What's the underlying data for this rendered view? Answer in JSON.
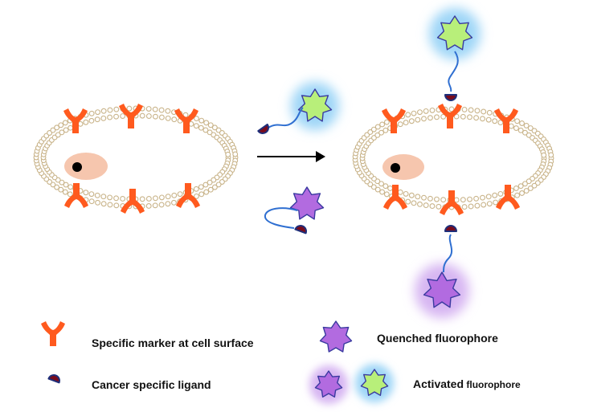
{
  "colors": {
    "membrane_fill": "#ffffff",
    "membrane_stroke": "#c9b48a",
    "marker": "#ff5a1e",
    "nucleus": "#f6c6ae",
    "nucleolus": "#000000",
    "ligand_fill": "#7a0b1c",
    "ligand_rim": "#1f2f7a",
    "linker": "#2f6fd1",
    "fluor_green": "#b8ef7a",
    "fluor_purple": "#b26be0",
    "star_outline": "#3a3aa0",
    "glow_blue": "#9fd6f7",
    "glow_purple": "#d7b6f2",
    "arrow": "#000000"
  },
  "icons": {
    "marker": "y-shaped-receptor-icon",
    "ligand": "half-disc-ligand-icon",
    "fluorophore": "seven-point-star-icon"
  },
  "legend": {
    "marker_label": "Specific marker  at cell surface",
    "ligand_label": "Cancer specific ligand",
    "quenched_label": "Quenched fluorophore",
    "activated_label_bold": "Activated",
    "activated_label_small": " fluorophore"
  }
}
